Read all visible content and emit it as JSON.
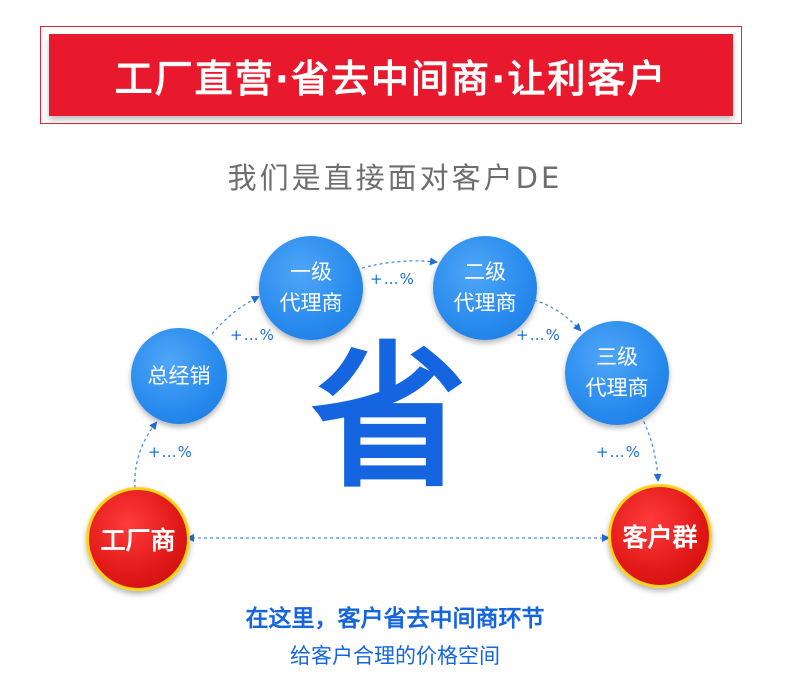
{
  "banner": {
    "title": "工厂直营·省去中间商·让利客户"
  },
  "subtitle": "我们是直接面对客户DE",
  "center_char": "省",
  "nodes": {
    "factory": "工厂商",
    "distributor": "总经销",
    "agent1_l1": "一级",
    "agent1_l2": "代理商",
    "agent2_l1": "二级",
    "agent2_l2": "代理商",
    "agent3_l1": "三级",
    "agent3_l2": "代理商",
    "customers": "客户群"
  },
  "markups": {
    "m1": "+…%",
    "m2": "+…%",
    "m3": "+…%",
    "m4": "+…%",
    "m5": "+…%"
  },
  "bottom": {
    "line1": "在这里，客户省去中间商环节",
    "line2": "给客户合理的价格空间"
  },
  "colors": {
    "banner_red": "#e8192c",
    "node_blue": "#2a8cee",
    "node_red": "#e01717",
    "node_ring": "#ffd21a",
    "accent_blue": "#1565e0"
  }
}
